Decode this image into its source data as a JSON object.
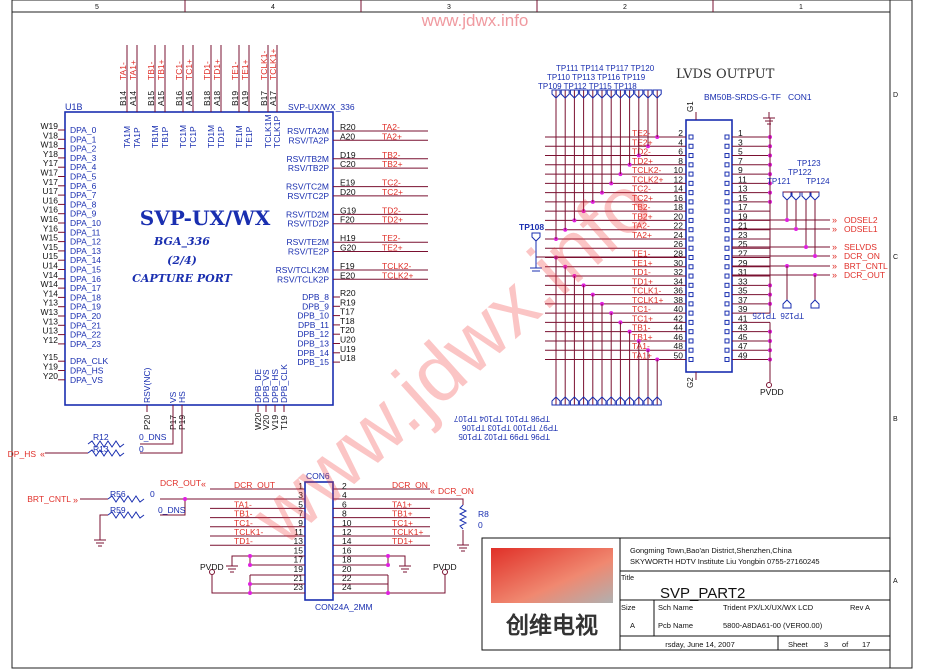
{
  "watermark": "www.jdwx.info",
  "border": {
    "columns": [
      "5",
      "4",
      "3",
      "2",
      "1"
    ],
    "rows": [
      "D",
      "C",
      "B",
      "A"
    ]
  },
  "u1b": {
    "ref": "U1B",
    "part": "SVP-UX/WX_336",
    "title": "SVP-UX/WX",
    "pkg": "BGA_336",
    "part_no": "(2/4)",
    "func": "CAPTURE PORT",
    "left_pins": [
      [
        "W19",
        "DPA_0"
      ],
      [
        "V18",
        "DPA_1"
      ],
      [
        "W18",
        "DPA_2"
      ],
      [
        "Y18",
        "DPA_3"
      ],
      [
        "Y17",
        "DPA_4"
      ],
      [
        "W17",
        "DPA_5"
      ],
      [
        "V17",
        "DPA_6"
      ],
      [
        "U17",
        "DPA_7"
      ],
      [
        "U16",
        "DPA_8"
      ],
      [
        "V16",
        "DPA_9"
      ],
      [
        "W16",
        "DPA_10"
      ],
      [
        "Y16",
        "DPA_11"
      ],
      [
        "W15",
        "DPA_12"
      ],
      [
        "V15",
        "DPA_13"
      ],
      [
        "U15",
        "DPA_14"
      ],
      [
        "U14",
        "DPA_15"
      ],
      [
        "V14",
        "DPA_16"
      ],
      [
        "W14",
        "DPA_17"
      ],
      [
        "Y14",
        "DPA_18"
      ],
      [
        "Y13",
        "DPA_19"
      ],
      [
        "W13",
        "DPA_20"
      ],
      [
        "V13",
        "DPA_21"
      ],
      [
        "U13",
        "DPA_22"
      ],
      [
        "Y12",
        "DPA_23"
      ],
      [
        "Y15",
        "DPA_CLK"
      ],
      [
        "Y19",
        "DPA_HS"
      ],
      [
        "Y20",
        "DPA_VS"
      ]
    ],
    "top_pins": [
      [
        "B14",
        "TA1M",
        "TA1-"
      ],
      [
        "A14",
        "TA1P",
        "TA1+"
      ],
      [
        "B15",
        "TB1M",
        "TB1-"
      ],
      [
        "A15",
        "TB1P",
        "TB1+"
      ],
      [
        "B16",
        "TC1M",
        "TC1-"
      ],
      [
        "A16",
        "TC1P",
        "TC1+"
      ],
      [
        "B18",
        "TD1M",
        "TD1-"
      ],
      [
        "A18",
        "TD1P",
        "TD1+"
      ],
      [
        "B19",
        "TE1M",
        "TE1-"
      ],
      [
        "A19",
        "TE1P",
        "TE1+"
      ],
      [
        "B17",
        "TCLK1M",
        "TCLK1-"
      ],
      [
        "A17",
        "TCLK1P",
        "TCLK1+"
      ]
    ],
    "right_pins": [
      [
        "R20",
        "RSV/TA2M",
        "TA2-"
      ],
      [
        "A20",
        "RSV/TA2P",
        "TA2+"
      ],
      [
        "D19",
        "RSV/TB2M",
        "TB2-"
      ],
      [
        "C20",
        "RSV/TB2P",
        "TB2+"
      ],
      [
        "E19",
        "RSV/TC2M",
        "TC2-"
      ],
      [
        "D20",
        "RSV/TC2P",
        "TC2+"
      ],
      [
        "G19",
        "RSV/TD2M",
        "TD2-"
      ],
      [
        "F20",
        "RSV/TD2P",
        "TD2+"
      ],
      [
        "H19",
        "RSV/TE2M",
        "TE2-"
      ],
      [
        "G20",
        "RSV/TE2P",
        "TE2+"
      ],
      [
        "F19",
        "RSV/TCLK2M",
        "TCLK2-"
      ],
      [
        "E20",
        "RSV/TCLK2P",
        "TCLK2+"
      ]
    ],
    "dpb_pins": [
      [
        "R20",
        "DPB_8"
      ],
      [
        "R19",
        "DPB_9"
      ],
      [
        "T17",
        "DPB_10"
      ],
      [
        "T18",
        "DPB_11"
      ],
      [
        "T20",
        "DPB_12"
      ],
      [
        "U20",
        "DPB_13"
      ],
      [
        "U19",
        "DPB_14"
      ],
      [
        "U18",
        "DPB_15"
      ]
    ],
    "bottom_pins": [
      [
        "P20",
        "RSV(NC)"
      ],
      [
        "P17",
        "VS"
      ],
      [
        "P19",
        "HS"
      ],
      [
        "W20",
        "DPB_DE"
      ],
      [
        "V20",
        "DPB_VS"
      ],
      [
        "V19",
        "DPB_HS"
      ],
      [
        "T19",
        "DPB_CLK"
      ]
    ]
  },
  "resistors": {
    "r12": {
      "ref": "R12",
      "val": "0_DNS"
    },
    "r13": {
      "ref": "R13",
      "val": "0"
    },
    "r56": {
      "ref": "R56",
      "val": "0"
    },
    "r59": {
      "ref": "R59",
      "val": "0_DNS"
    },
    "r8": {
      "ref": "R8",
      "val": "0"
    }
  },
  "nets": {
    "dp_hs": "DP_HS",
    "brt_cntl": "BRT_CNTL",
    "dcr_out": "DCR_OUT",
    "dcr_on": "DCR_ON",
    "pvdd": "PVDD"
  },
  "con6": {
    "ref": "CON6",
    "part": "CON24A_2MM",
    "left": [
      [
        "1",
        "DCR_OUT"
      ],
      [
        "3",
        ""
      ],
      [
        "5",
        "TA1-"
      ],
      [
        "7",
        "TB1-"
      ],
      [
        "9",
        "TC1-"
      ],
      [
        "11",
        "TCLK1-"
      ],
      [
        "13",
        "TD1-"
      ],
      [
        "15",
        ""
      ],
      [
        "17",
        ""
      ],
      [
        "19",
        ""
      ],
      [
        "21",
        ""
      ],
      [
        "23",
        ""
      ]
    ],
    "right": [
      [
        "2",
        "DCR_ON"
      ],
      [
        "4",
        ""
      ],
      [
        "6",
        "TA1+"
      ],
      [
        "8",
        "TB1+"
      ],
      [
        "10",
        "TC1+"
      ],
      [
        "12",
        "TCLK1+"
      ],
      [
        "14",
        "TD1+"
      ],
      [
        "16",
        ""
      ],
      [
        "18",
        ""
      ],
      [
        "20",
        ""
      ],
      [
        "22",
        ""
      ],
      [
        "24",
        ""
      ]
    ]
  },
  "lvds": {
    "title": "LVDS OUTPUT",
    "part": "BM50B-SRDS-G-TF",
    "ref": "CON1",
    "g1": "G1",
    "g2": "G2",
    "even": [
      [
        "2",
        "TE2-"
      ],
      [
        "4",
        "TE2+"
      ],
      [
        "6",
        "TD2-"
      ],
      [
        "8",
        "TD2+"
      ],
      [
        "10",
        "TCLK2-"
      ],
      [
        "12",
        "TCLK2+"
      ],
      [
        "14",
        "TC2-"
      ],
      [
        "16",
        "TC2+"
      ],
      [
        "18",
        "TB2-"
      ],
      [
        "20",
        "TB2+"
      ],
      [
        "22",
        "TA2-"
      ],
      [
        "24",
        "TA2+"
      ],
      [
        "26",
        ""
      ],
      [
        "28",
        "TE1-"
      ],
      [
        "30",
        "TE1+"
      ],
      [
        "32",
        "TD1-"
      ],
      [
        "34",
        "TD1+"
      ],
      [
        "36",
        "TCLK1-"
      ],
      [
        "38",
        "TCLK1+"
      ],
      [
        "40",
        "TC1-"
      ],
      [
        "42",
        "TC1+"
      ],
      [
        "44",
        "TB1-"
      ],
      [
        "46",
        "TB1+"
      ],
      [
        "48",
        "TA1-"
      ],
      [
        "50",
        "TA1+"
      ]
    ],
    "odd": [
      "1",
      "3",
      "5",
      "7",
      "9",
      "11",
      "13",
      "15",
      "17",
      "19",
      "21",
      "23",
      "25",
      "27",
      "29",
      "31",
      "33",
      "35",
      "37",
      "39",
      "41",
      "43",
      "45",
      "47",
      "49"
    ],
    "out_signals": [
      "ODSEL2",
      "ODSEL1",
      "SELVDS",
      "DCR_ON",
      "BRT_CNTL",
      "DCR_OUT"
    ],
    "tp_top": [
      "TP111 TP114 TP117 TP120",
      "TP110 TP113 TP116 TP119",
      "TP109 TP112 TP115 TP118"
    ],
    "tp_bottom": [
      "TP98 TP101 TP104 TP107",
      "TP97 TP100 TP103 TP106",
      "TP96 TP99 TP102 TP105"
    ],
    "tp108": "TP108",
    "tp_right": [
      "TP123",
      "TP122",
      "TP121",
      "TP124"
    ],
    "tp125": "TP125",
    "tp126": "TP126",
    "pvdd": "PVDD"
  },
  "title_block": {
    "address": "Gongming Town,Bao'an District,Shenzhen,China",
    "institute": "SKYWORTH  HDTV  Institute   Liu Yongbin  0755-27160245",
    "title_label": "Title",
    "title": "SVP_PART2",
    "size_label": "Size",
    "size": "A",
    "sch_label": "Sch Name",
    "sch": "Trident  PX/LX/UX/WX  LCD",
    "rev": "Rev  A",
    "pcb_label": "Pcb Name",
    "pcb": "5800-A8DA61-00  (VER00.00)",
    "date": "rsday, June 14, 2007",
    "sheet_label": "Sheet",
    "sheet": "3",
    "of": "of",
    "sheets": "17",
    "logo_text": "创维电视"
  },
  "colors": {
    "wire": "#7a1030",
    "net": "#e0302a",
    "symbol": "#1a2fb0",
    "junction": "#e020e0"
  }
}
